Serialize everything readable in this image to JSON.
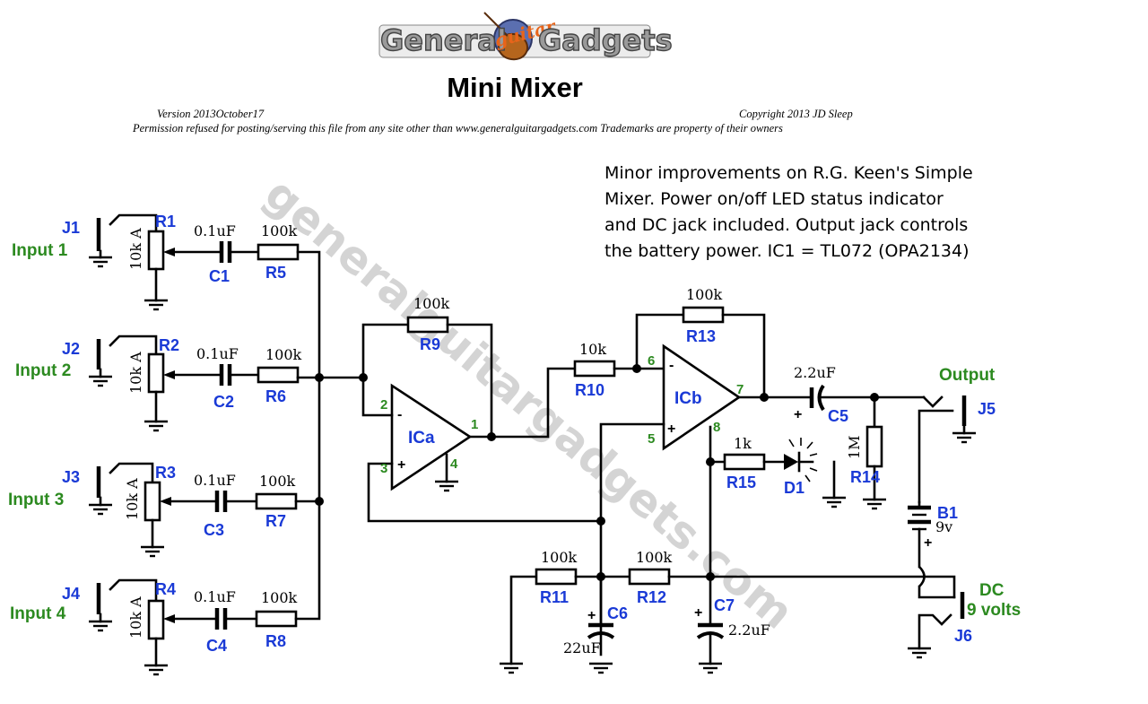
{
  "header": {
    "logo_left": "General",
    "logo_middle": "guitar",
    "logo_right": "Gadgets",
    "title": "Mini Mixer",
    "version": "Version 2013October17",
    "copyright": "Copyright 2013 JD Sleep",
    "permission": "Permission refused for posting/serving this file from any site other than www.generalguitargadgets.com Trademarks are property of their owners"
  },
  "watermark": "generalguitargadgets.com",
  "notes": [
    "Minor improvements on R.G. Keen's Simple",
    "Mixer. Power on/off LED status indicator",
    "and DC jack included.  Output jack controls",
    "the battery power.   IC1 = TL072 (OPA2134)"
  ],
  "inputs": [
    {
      "label": "Input 1",
      "jack": "J1",
      "pot": "R1",
      "pot_value": "10k A",
      "cap": "C1",
      "cap_value": "0.1uF",
      "res": "R5",
      "res_value": "100k"
    },
    {
      "label": "Input 2",
      "jack": "J2",
      "pot": "R2",
      "pot_value": "10k A",
      "cap": "C2",
      "cap_value": "0.1uF",
      "res": "R6",
      "res_value": "100k"
    },
    {
      "label": "Input 3",
      "jack": "J3",
      "pot": "R3",
      "pot_value": "10k A",
      "cap": "C3",
      "cap_value": "0.1uF",
      "res": "R7",
      "res_value": "100k"
    },
    {
      "label": "Input 4",
      "jack": "J4",
      "pot": "R4",
      "pot_value": "10k A",
      "cap": "C4",
      "cap_value": "0.1uF",
      "res": "R8",
      "res_value": "100k"
    }
  ],
  "stage1": {
    "opamp": "ICa",
    "pin_minus": "2",
    "pin_plus": "3",
    "pin_out": "1",
    "pin_gnd": "4",
    "sign_minus": "-",
    "sign_plus": "+",
    "feedback_ref": "R9",
    "feedback_value": "100k"
  },
  "stage2": {
    "opamp": "ICb",
    "pin_minus": "6",
    "pin_plus": "5",
    "pin_out": "7",
    "pin_vcc": "8",
    "sign_minus": "-",
    "sign_plus": "+",
    "input_ref": "R10",
    "input_value": "10k",
    "feedback_ref": "R13",
    "feedback_value": "100k"
  },
  "output": {
    "label": "Output",
    "cap_ref": "C5",
    "cap_value": "2.2uF",
    "cap_sign": "+",
    "res_ref": "R14",
    "res_value": "1M",
    "jack": "J5"
  },
  "led": {
    "res_ref": "R15",
    "res_value": "1k",
    "diode_ref": "D1"
  },
  "bias": {
    "r11_ref": "R11",
    "r11_value": "100k",
    "r12_ref": "R12",
    "r12_value": "100k",
    "c6_ref": "C6",
    "c6_value": "22uF",
    "c6_sign": "+",
    "c7_ref": "C7",
    "c7_value": "2.2uF",
    "c7_sign": "+"
  },
  "power": {
    "battery_ref": "B1",
    "battery_value": "9v",
    "battery_sign": "+",
    "dc_label": "DC",
    "dc_value": "9 volts",
    "dc_jack": "J6"
  }
}
